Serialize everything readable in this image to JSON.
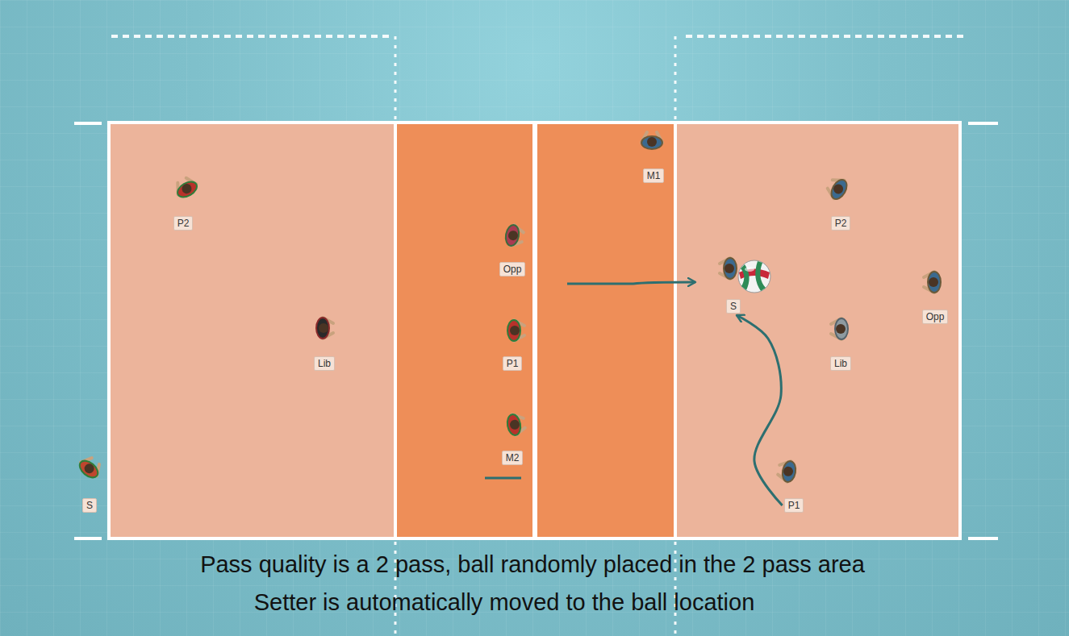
{
  "diagram": {
    "nodes": [
      {
        "text": [
          "P2"
        ]
      },
      {
        "text": [
          "Lib"
        ]
      },
      {
        "text": [
          "S"
        ]
      },
      {
        "text": [
          "Opp"
        ]
      },
      {
        "text": [
          "P1"
        ]
      },
      {
        "text": [
          "M2"
        ]
      },
      {
        "text": [
          "M1"
        ]
      },
      {
        "text": [
          "P2"
        ]
      },
      {
        "text": [
          "S"
        ]
      },
      {
        "text": [
          "Opp"
        ]
      },
      {
        "text": [
          "Lib"
        ]
      },
      {
        "text": [
          "P1"
        ]
      }
    ],
    "edges": [
      {
        "from": 11,
        "to": 8,
        "arrow": "to"
      }
    ],
    "labels": [
      "Pass quality is a 2 pass, ball randomly placed in the 2 pass area",
      "Setter is automatically moved to the ball location"
    ]
  }
}
